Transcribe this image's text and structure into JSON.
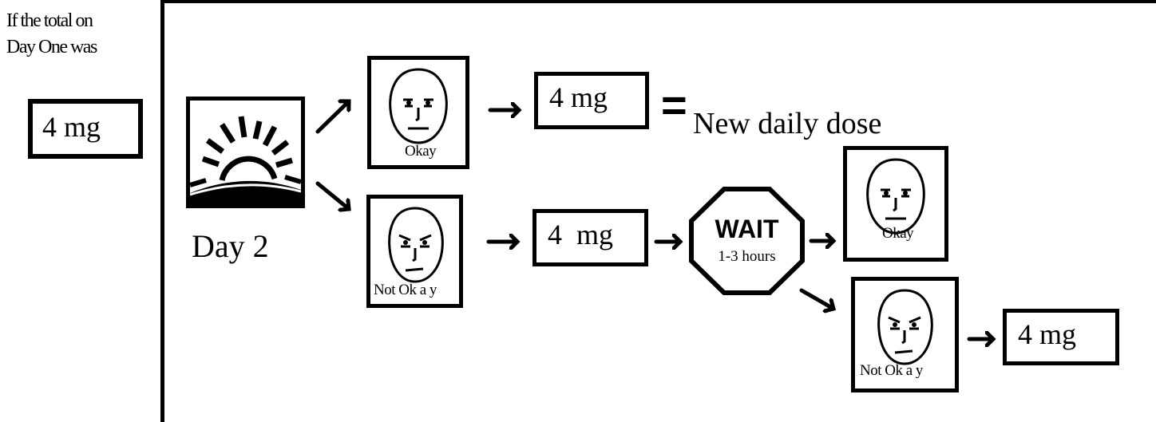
{
  "intro": {
    "line1": "If the total on",
    "line2": "Day One was",
    "dose": "4 mg"
  },
  "day": {
    "label": "Day 2"
  },
  "okay_branch": {
    "face_label": "Okay",
    "dose": "4 mg",
    "equals": "=",
    "result": "New daily dose"
  },
  "not_okay_branch": {
    "face_label": "Not Ok a y",
    "dose": "4  mg",
    "wait_title": "WAIT",
    "wait_sub": "1-3 hours",
    "after_wait_okay_label": "Okay",
    "after_wait_not_okay_label": "Not Ok a y",
    "final_dose": "4 mg"
  },
  "icons": {
    "sun": "sunrise-icon",
    "happy": "neutral-face-icon",
    "sad": "sad-face-icon",
    "stop": "stop-sign-icon",
    "arrow": "arrow-icon"
  }
}
